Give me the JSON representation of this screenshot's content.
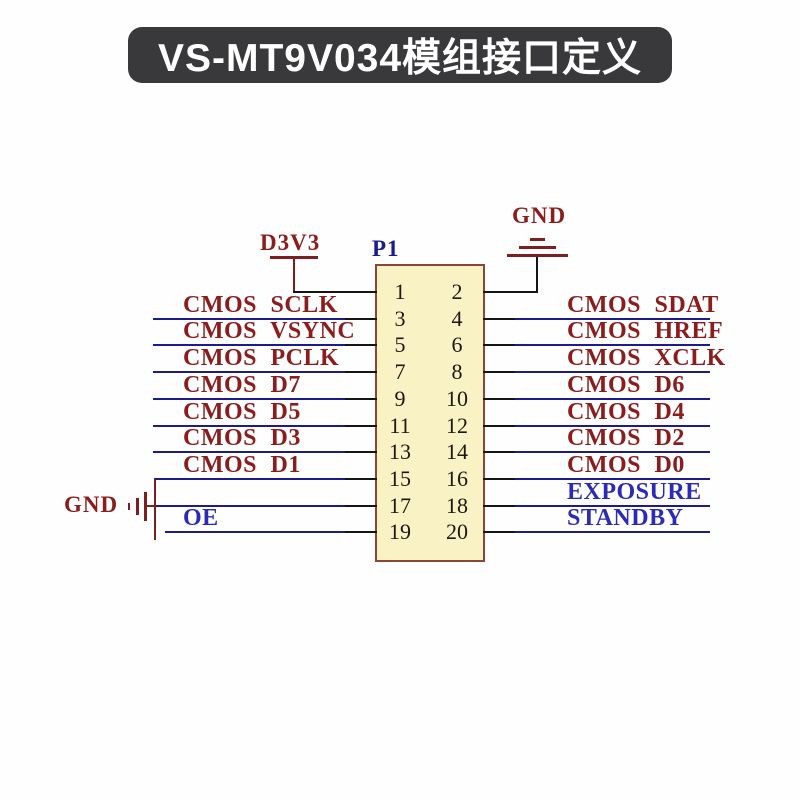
{
  "title": "VS-MT9V034模组接口定义",
  "schematic": {
    "connector_designator": "P1",
    "power_net_top_left": "D3V3",
    "ground_net_top_right": "GND",
    "ground_net_left": "GND",
    "rows": [
      {
        "left_pin": "1",
        "right_pin": "2",
        "left_label": "",
        "right_label": "",
        "left_net": "D3V3",
        "right_net": "GND"
      },
      {
        "left_pin": "3",
        "right_pin": "4",
        "left_label": "CMOS SCLK",
        "right_label": "CMOS SDAT",
        "left_style": "signal",
        "right_style": "signal"
      },
      {
        "left_pin": "5",
        "right_pin": "6",
        "left_label": "CMOS VSYNC",
        "right_label": "CMOS HREF",
        "left_style": "signal",
        "right_style": "signal"
      },
      {
        "left_pin": "7",
        "right_pin": "8",
        "left_label": "CMOS PCLK",
        "right_label": "CMOS XCLK",
        "left_style": "signal",
        "right_style": "signal"
      },
      {
        "left_pin": "9",
        "right_pin": "10",
        "left_label": "CMOS D7",
        "right_label": "CMOS D6",
        "left_style": "signal",
        "right_style": "signal"
      },
      {
        "left_pin": "11",
        "right_pin": "12",
        "left_label": "CMOS D5",
        "right_label": "CMOS D4",
        "left_style": "signal",
        "right_style": "signal"
      },
      {
        "left_pin": "13",
        "right_pin": "14",
        "left_label": "CMOS D3",
        "right_label": "CMOS D2",
        "left_style": "signal",
        "right_style": "signal"
      },
      {
        "left_pin": "15",
        "right_pin": "16",
        "left_label": "CMOS D1",
        "right_label": "CMOS D0",
        "left_style": "signal",
        "right_style": "signal"
      },
      {
        "left_pin": "17",
        "right_pin": "18",
        "left_label": "",
        "right_label": "EXPOSURE",
        "left_net": "GND",
        "right_style": "control"
      },
      {
        "left_pin": "19",
        "right_pin": "20",
        "left_label": "OE",
        "right_label": "STANDBY",
        "left_style": "control",
        "right_style": "control"
      }
    ]
  },
  "colors": {
    "banner_bg": "#39383a",
    "banner_text": "#ffffff",
    "connector_fill": "#f9f2c4",
    "connector_border": "#8b4733",
    "wire_blue": "#1b1b8e",
    "wire_black": "#151515",
    "wire_red": "#7d1f1f",
    "signal_text": "#8b1d1d",
    "control_text": "#2b2bb5"
  }
}
